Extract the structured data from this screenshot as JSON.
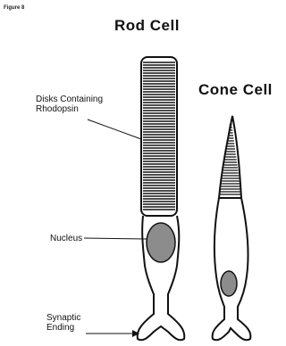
{
  "figure_label": "Figure 8",
  "rod": {
    "title": "Rod Cell",
    "labels": {
      "disks": "Disks Containing Rhodopsin",
      "nucleus": "Nucleus",
      "synaptic": "Synaptic Ending"
    }
  },
  "cone": {
    "title": "Cone Cell"
  }
}
